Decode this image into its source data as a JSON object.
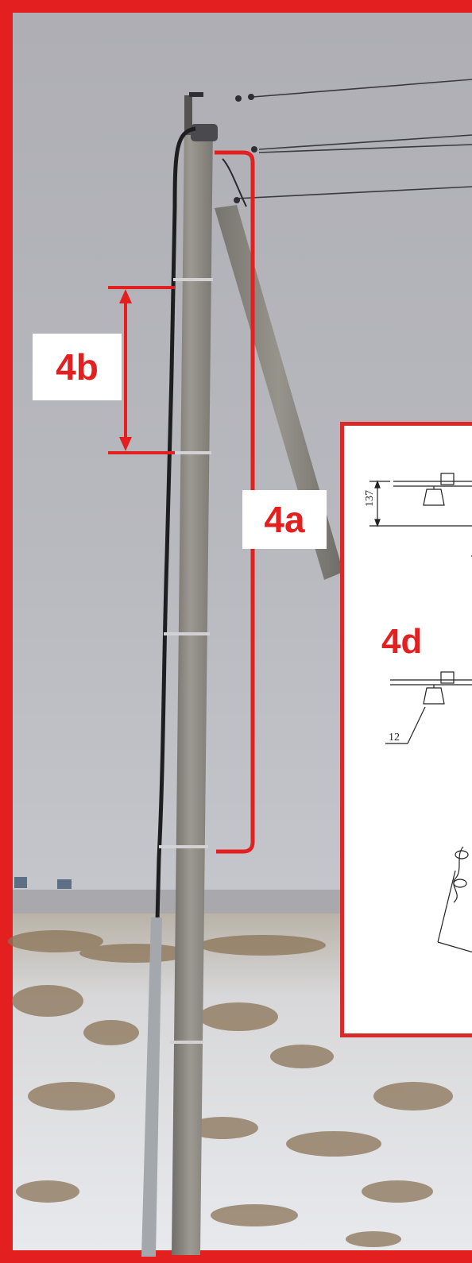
{
  "labels": {
    "pole_height_section": "4a",
    "step_spacing": "4b",
    "drawing_inset": "4d"
  },
  "drawing": {
    "dimension_value": "137",
    "callout_number": "12"
  },
  "colors": {
    "frame_red": "#e41f1f",
    "sky": "#b3b4b9",
    "snow": "#e6e8ec",
    "concrete": "#8f8c86"
  }
}
